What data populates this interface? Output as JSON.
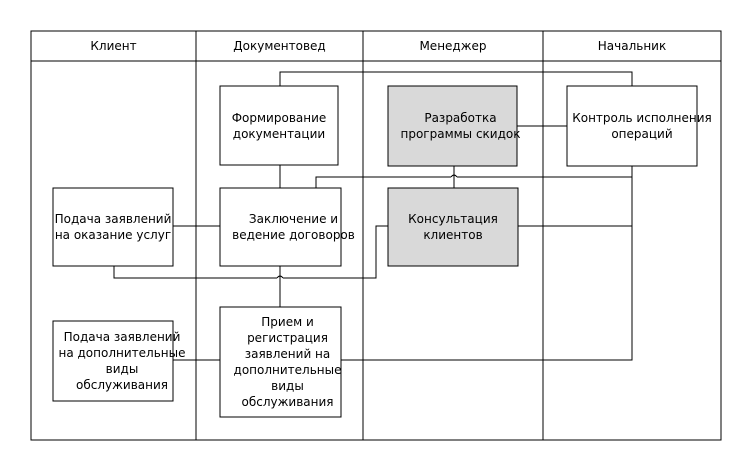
{
  "lanes": [
    {
      "label": "Клиент"
    },
    {
      "label": "Документовед"
    },
    {
      "label": "Менеджер"
    },
    {
      "label": "Начальник"
    }
  ],
  "boxes": {
    "formation": {
      "label": "Формирование\nдокументации",
      "shaded": false
    },
    "development": {
      "label": "Разработка\nпрограммы скидок",
      "shaded": true
    },
    "control": {
      "label": "Контроль исполнения\nопераций",
      "shaded": false
    },
    "application": {
      "label": "Подача заявлений\nна оказание услуг",
      "shaded": false
    },
    "contracts": {
      "label": "Заключение и\nведение договоров",
      "shaded": false
    },
    "consultation": {
      "label": "Консультация\nклиентов",
      "shaded": true
    },
    "additional_app": {
      "label": "Подача заявлений\nна дополнительные\nвиды\nобслуживания",
      "shaded": false
    },
    "registration": {
      "label": "Прием и\nрегистрация\nзаявлений на\nдополнительные\nвиды\nобслуживания",
      "shaded": false
    }
  },
  "colors": {
    "shaded_fill": "#d9d9d9",
    "line": "#000000",
    "background": "#ffffff"
  }
}
